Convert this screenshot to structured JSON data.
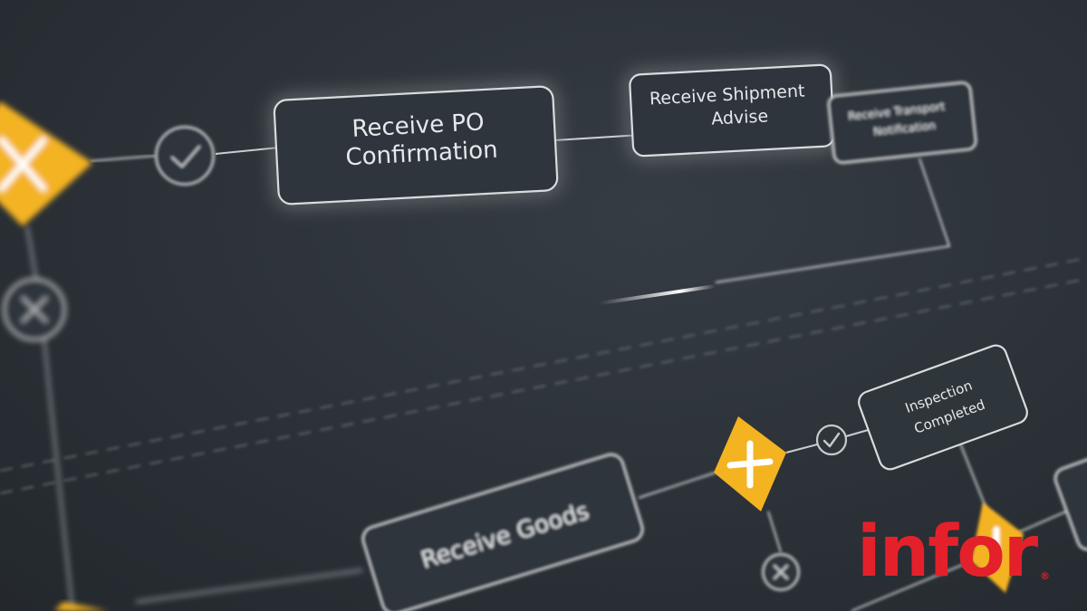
{
  "nodes": {
    "receive_po_confirmation": {
      "line1": "Receive PO",
      "line2": "Confirmation"
    },
    "receive_shipment_advise": {
      "line1": "Receive Shipment",
      "line2": "Advise"
    },
    "receive_transport_notification": {
      "line1": "Receive Transport",
      "line2": "Notification"
    },
    "receive_goods": {
      "line1": "Receive Goods"
    },
    "inspection_completed": {
      "line1": "Inspection",
      "line2": "Completed"
    }
  },
  "gateways": [
    {
      "name": "exclusive-gateway-top-left",
      "icon": "plus-icon",
      "color": "#f4b320"
    },
    {
      "name": "exclusive-gateway-middle",
      "icon": "plus-icon",
      "color": "#f4b320"
    },
    {
      "name": "exclusive-gateway-right",
      "icon": "plus-icon",
      "color": "#f4b320"
    },
    {
      "name": "exclusive-gateway-bottom-left",
      "icon": "plus-icon",
      "color": "#f4b320"
    }
  ],
  "events": [
    {
      "name": "check-event-top",
      "icon": "check-icon"
    },
    {
      "name": "cancel-event-left",
      "icon": "x-icon"
    },
    {
      "name": "check-event-bottom",
      "icon": "check-icon"
    },
    {
      "name": "cancel-event-bottom",
      "icon": "x-icon"
    }
  ],
  "logo": {
    "text": "infor",
    "mark": "®",
    "color": "#e4212b"
  },
  "colors": {
    "background": "#2a3036",
    "node_fill": "#2e363c",
    "node_stroke": "#d8dcde",
    "gateway": "#f4b320"
  }
}
